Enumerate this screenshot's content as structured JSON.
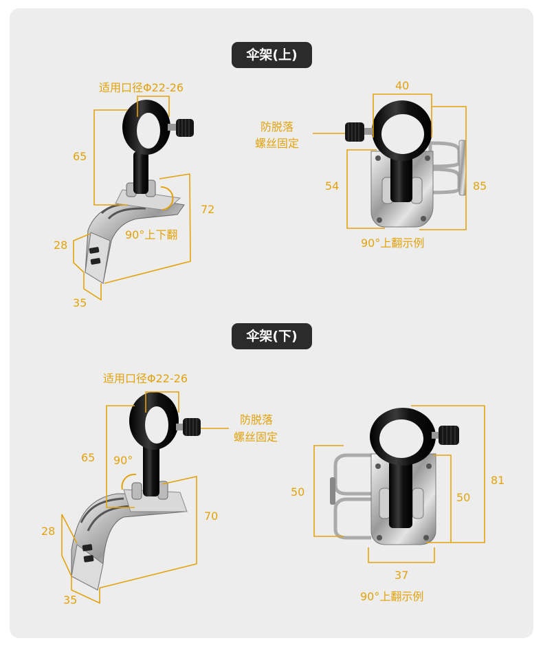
{
  "sections": [
    {
      "title": "伞架(上)"
    },
    {
      "title": "伞架(下)"
    }
  ],
  "colors": {
    "accent": "#e2a20d",
    "pill_bg": "#2b2b2b",
    "panel_bg": "#ededed"
  },
  "top": {
    "left": {
      "diameter": "适用口径Φ22-26",
      "h65": "65",
      "h72": "72",
      "h28": "28",
      "w35": "35",
      "rotate": "90°上下翻"
    },
    "right": {
      "w40": "40",
      "h54": "54",
      "h85": "85",
      "anti_drop_line1": "防脱落",
      "anti_drop_line2": "螺丝固定",
      "caption": "90°上翻示例"
    }
  },
  "bottom": {
    "left": {
      "diameter": "适用口径Φ22-26",
      "h65": "65",
      "angle": "90°",
      "h70": "70",
      "h28": "28",
      "w35": "35",
      "anti_drop_line1": "防脱落",
      "anti_drop_line2": "螺丝固定"
    },
    "right": {
      "h50_left": "50",
      "h50_right": "50",
      "h81": "81",
      "w37": "37",
      "caption": "90°上翻示例"
    }
  }
}
